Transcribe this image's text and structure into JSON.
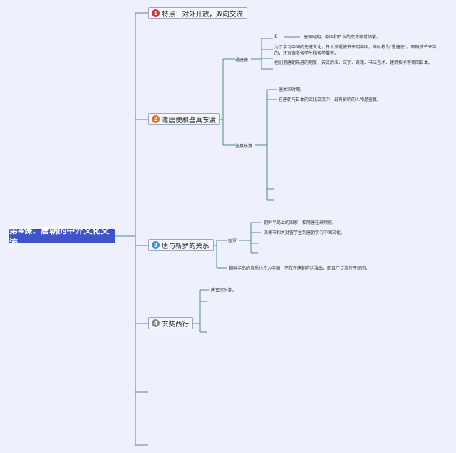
{
  "root": {
    "title": "第4课：唐朝的中外文化交流"
  },
  "topics": [
    {
      "number": "1",
      "label": "特点：对外开放，双向交流",
      "badge_color": "#d63a2f"
    },
    {
      "number": "2",
      "label": "遣唐使和鉴真东渡",
      "badge_color": "#e8711d"
    },
    {
      "number": "3",
      "label": "唐与新罗的关系",
      "badge_color": "#3a8fd6"
    },
    {
      "number": "4",
      "label": "玄奘西行",
      "badge_color": "#8a8a8a"
    }
  ],
  "branch_qiantangshi": {
    "label": "遣唐使",
    "period_label": "IE",
    "period_text": "唐朝时期，中国和日本的交流非常频繁。",
    "notes": [
      "为了学习中国的先进文化，日本派遣使节来到中国，当时称为\"遣唐使\"。跟随使节来华的，还有很多留学生和留学僧等。",
      "他们把唐朝先进的制度、天文历法、文字、典籍、书法艺术、建筑技术等传回日本。"
    ]
  },
  "branch_jianzhen": {
    "label": "鉴真东渡",
    "notes": [
      "唐太宗时期。",
      "在唐朝与日本的文化交流中，最有影响的人物是鉴真。"
    ]
  },
  "branch_xinluo": {
    "label": "新罗",
    "notes": [
      "朝鲜半岛上的国家，和隋唐往来频繁。",
      "派使节和大批留学生到唐朝学习中国文化。"
    ],
    "music_note": "朝鲜半岛的音乐也传入中国，不仅在唐朝宫廷演出，而且广泛流传于民间。"
  },
  "branch_xuanzang": {
    "notes": [
      "唐玄宗时期。"
    ]
  },
  "colors": {
    "line": "#4f8c8a",
    "root_bg": "#3d55c9",
    "background": "#eef1fb"
  }
}
